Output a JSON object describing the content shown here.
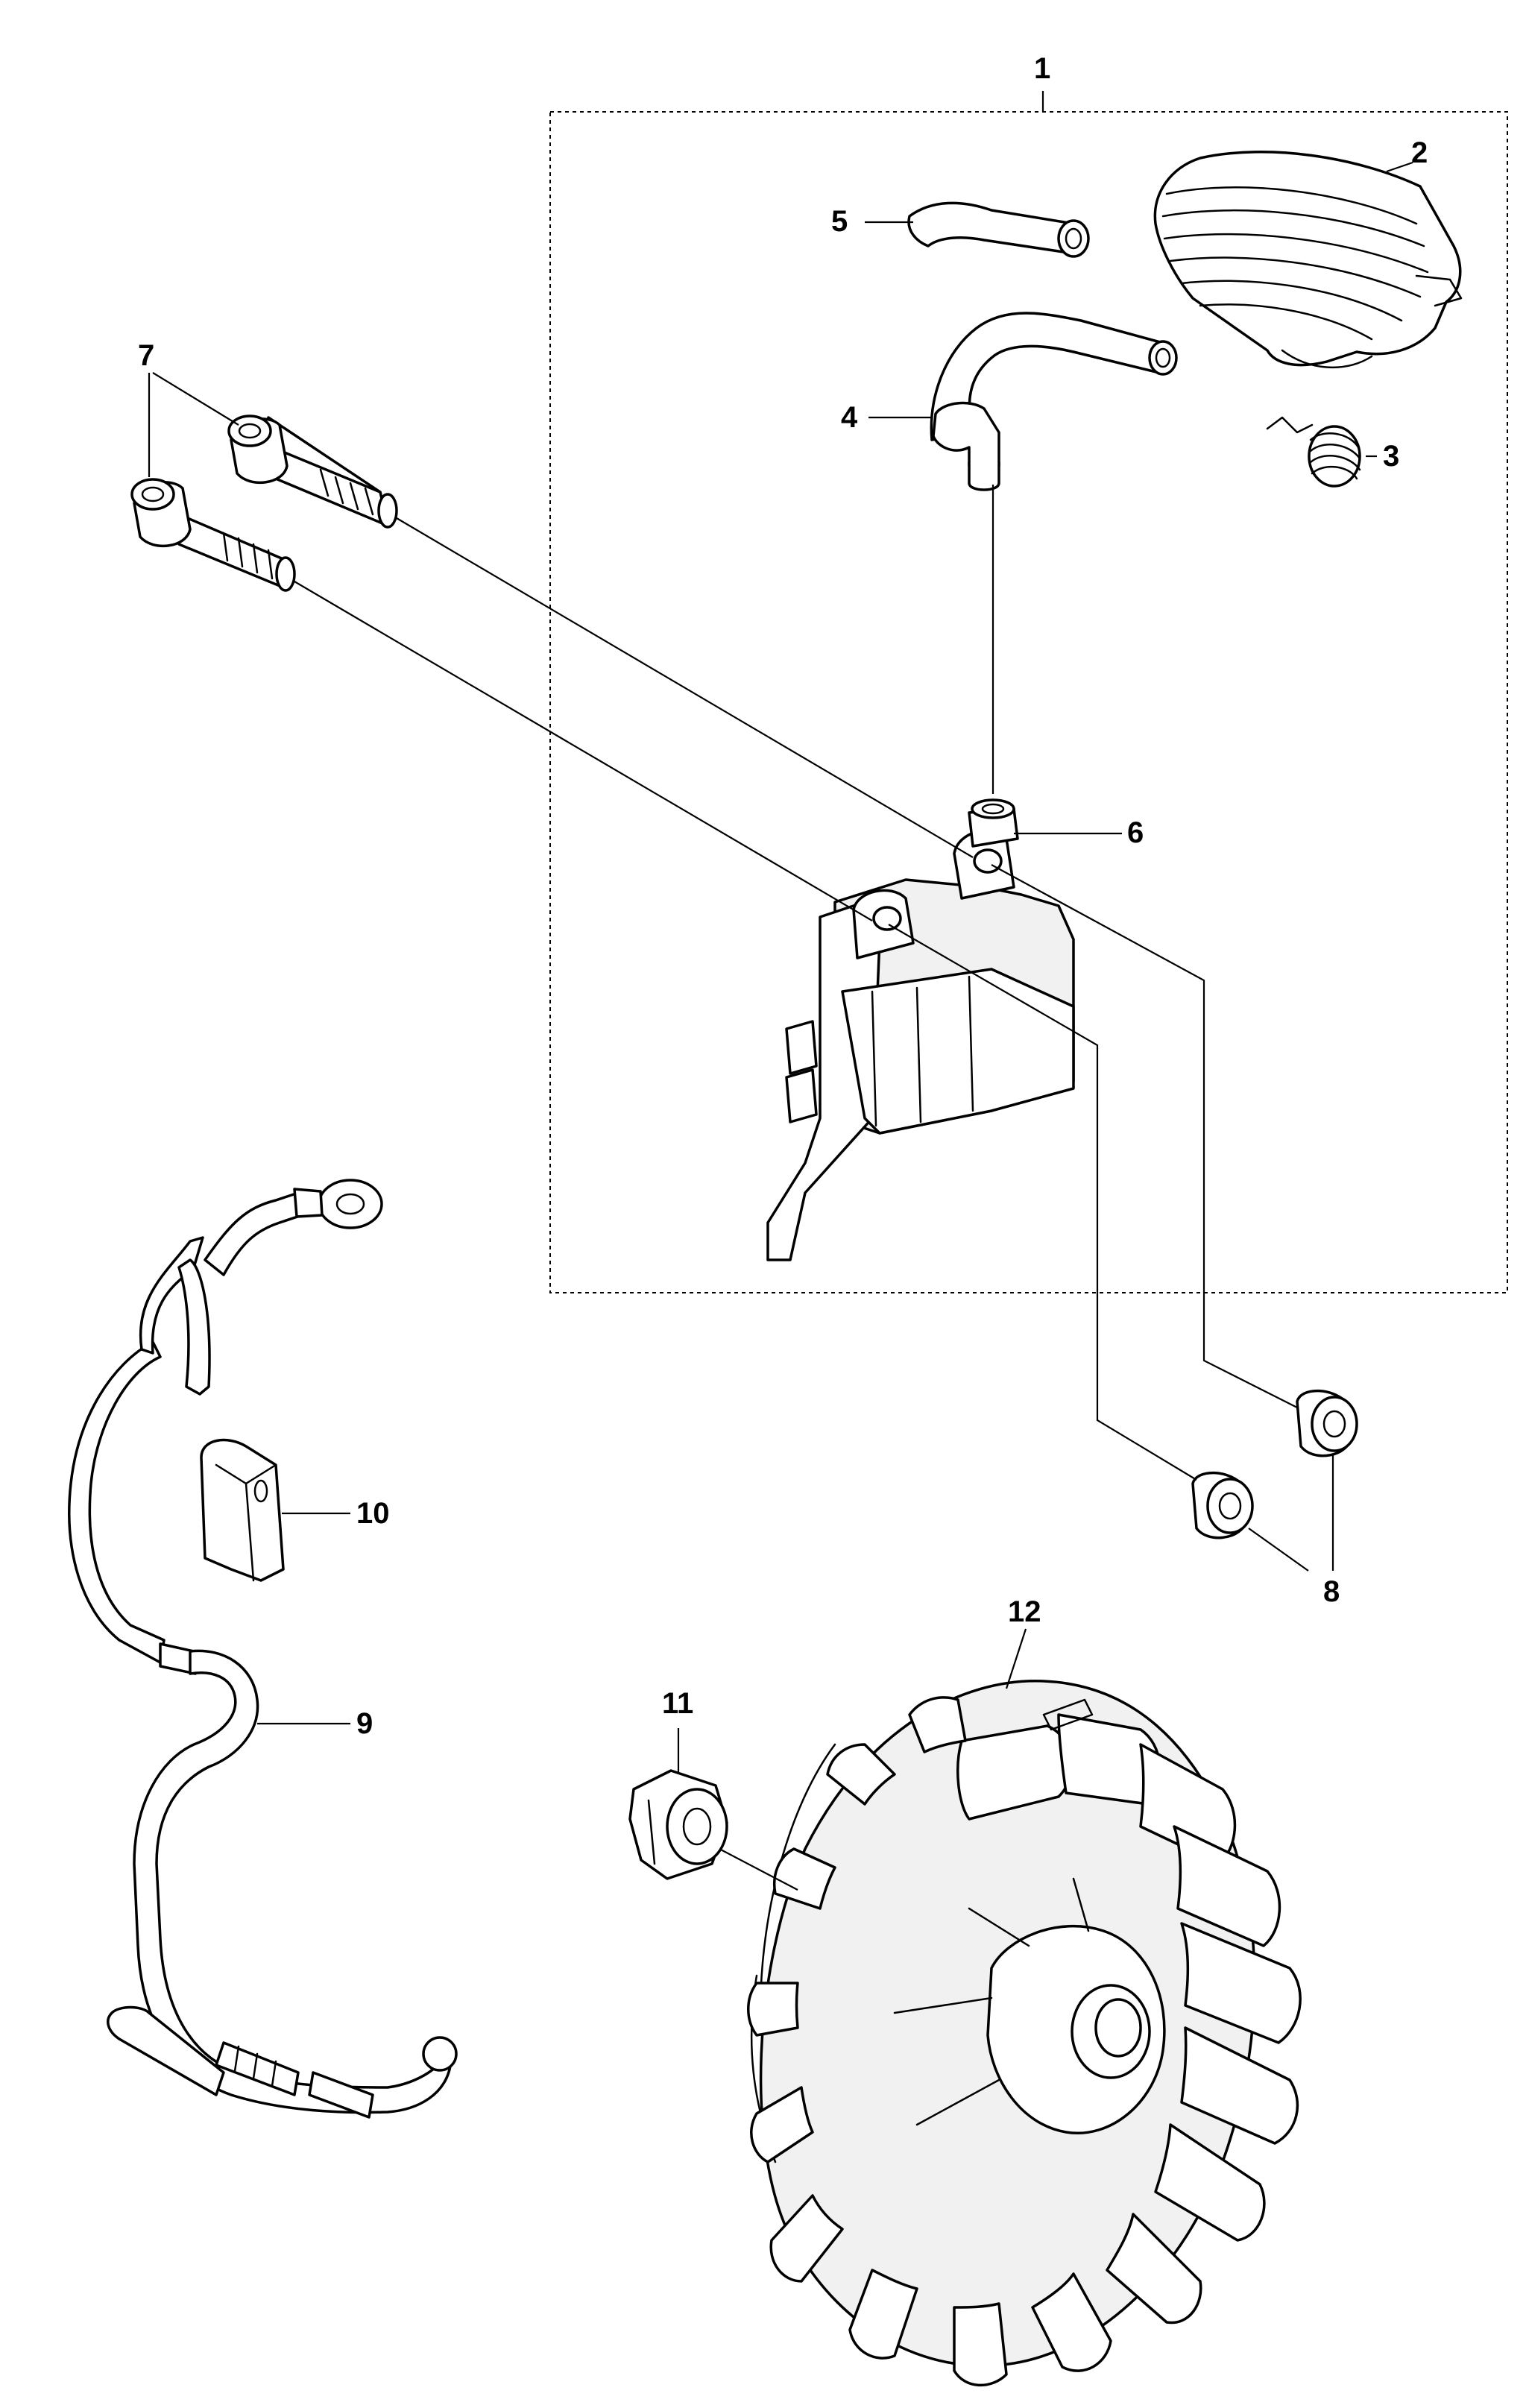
{
  "callouts": [
    {
      "id": "1",
      "label": "1"
    },
    {
      "id": "2",
      "label": "2"
    },
    {
      "id": "3",
      "label": "3"
    },
    {
      "id": "4",
      "label": "4"
    },
    {
      "id": "5",
      "label": "5"
    },
    {
      "id": "6",
      "label": "6"
    },
    {
      "id": "7",
      "label": "7"
    },
    {
      "id": "8",
      "label": "8"
    },
    {
      "id": "9",
      "label": "9"
    },
    {
      "id": "10",
      "label": "10"
    },
    {
      "id": "11",
      "label": "11"
    },
    {
      "id": "12",
      "label": "12"
    }
  ],
  "colors": {
    "line": "#000000",
    "background": "#ffffff",
    "shade": "#f1f1f1"
  }
}
